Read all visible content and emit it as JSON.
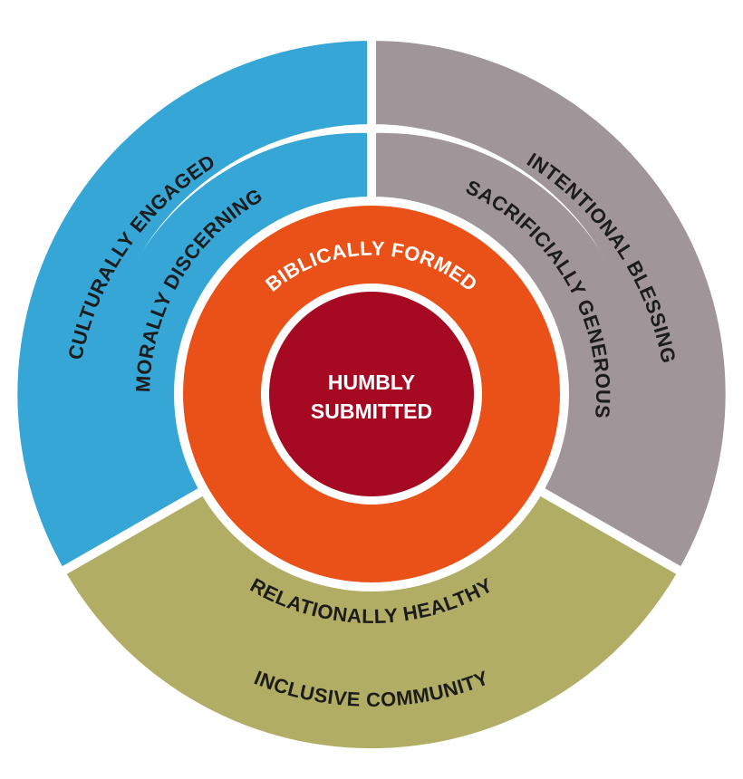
{
  "diagram": {
    "colors": {
      "blue": "#35a6d6",
      "grey": "#a09599",
      "olive": "#b2ad64",
      "orange": "#ea5119",
      "crimson": "#a50a22",
      "divider": "#ffffff",
      "dark_text": "#1c1c1c",
      "light_text": "#ffffff"
    },
    "outer_ring": {
      "left": "CULTURALLY ENGAGED",
      "right": "INTENTIONAL BLESSING",
      "bottom": "INCLUSIVE COMMUNITY"
    },
    "middle_ring": {
      "left": "MORALLY DISCERNING",
      "right": "SACRIFICIALLY GENEROUS",
      "bottom": "RELATIONALLY HEALTHY"
    },
    "inner_ring": {
      "label": "BIBLICALLY FORMED"
    },
    "core": {
      "line1": "HUMBLY",
      "line2": "SUBMITTED"
    }
  }
}
